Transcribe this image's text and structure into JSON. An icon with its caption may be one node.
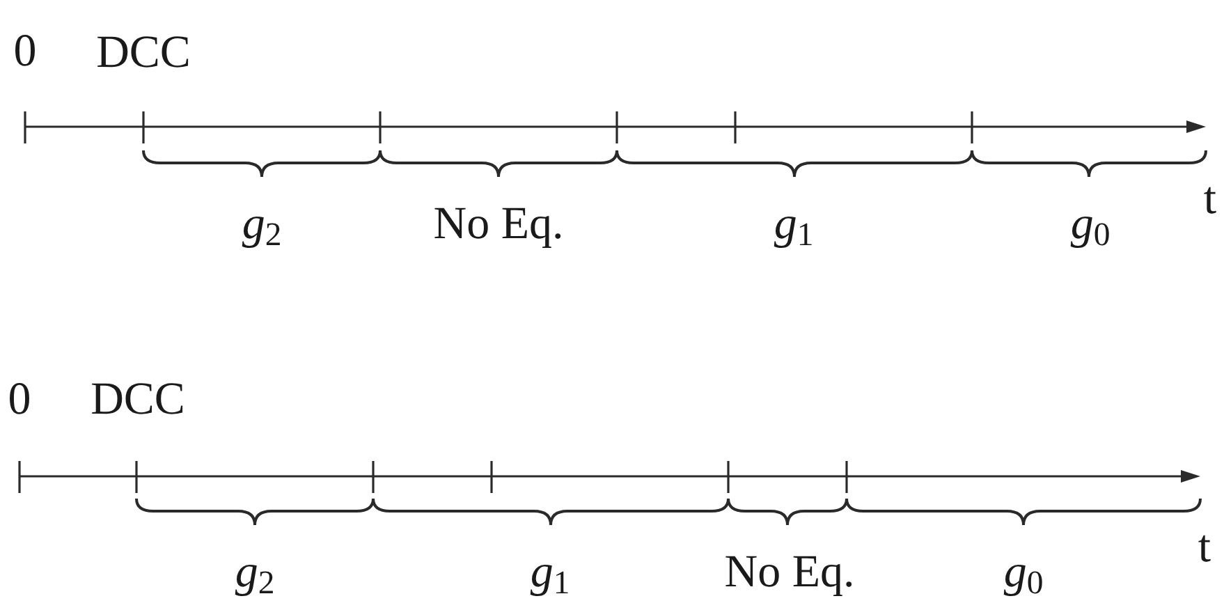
{
  "diagram": {
    "labels": [
      "0",
      "DCC",
      "*g*$_{2}$",
      "No Eq.",
      "*g*$_{1}$",
      "*g*$_{0}$",
      "t",
      "0",
      "DCC",
      "*g*$_{2}$",
      "*g*$_{1}$",
      "No Eq.",
      "*g*$_{0}$",
      "t"
    ]
  }
}
